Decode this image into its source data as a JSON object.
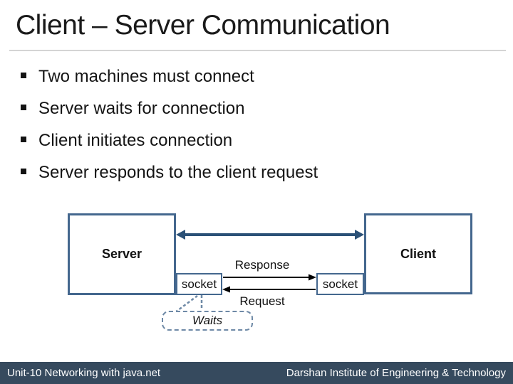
{
  "slide": {
    "title": "Client – Server Communication",
    "bullets": [
      "Two machines must connect",
      "Server waits for connection",
      "Client initiates connection",
      "Server responds to the client request"
    ]
  },
  "diagram": {
    "server": {
      "label": "Server",
      "socket_label": "socket"
    },
    "client": {
      "label": "Client",
      "socket_label": "socket"
    },
    "response_label": "Response",
    "request_label": "Request",
    "waits_label": "Waits",
    "colors": {
      "box_border": "#44678e",
      "channel_arrow": "#2b5177",
      "message_arrow": "#000000",
      "callout_border": "#6e89a6"
    }
  },
  "footer": {
    "left_text": "Unit-10 Networking with java.net",
    "right_text": "Darshan Institute of Engineering & Technology",
    "bar_color": "#364a5e"
  }
}
